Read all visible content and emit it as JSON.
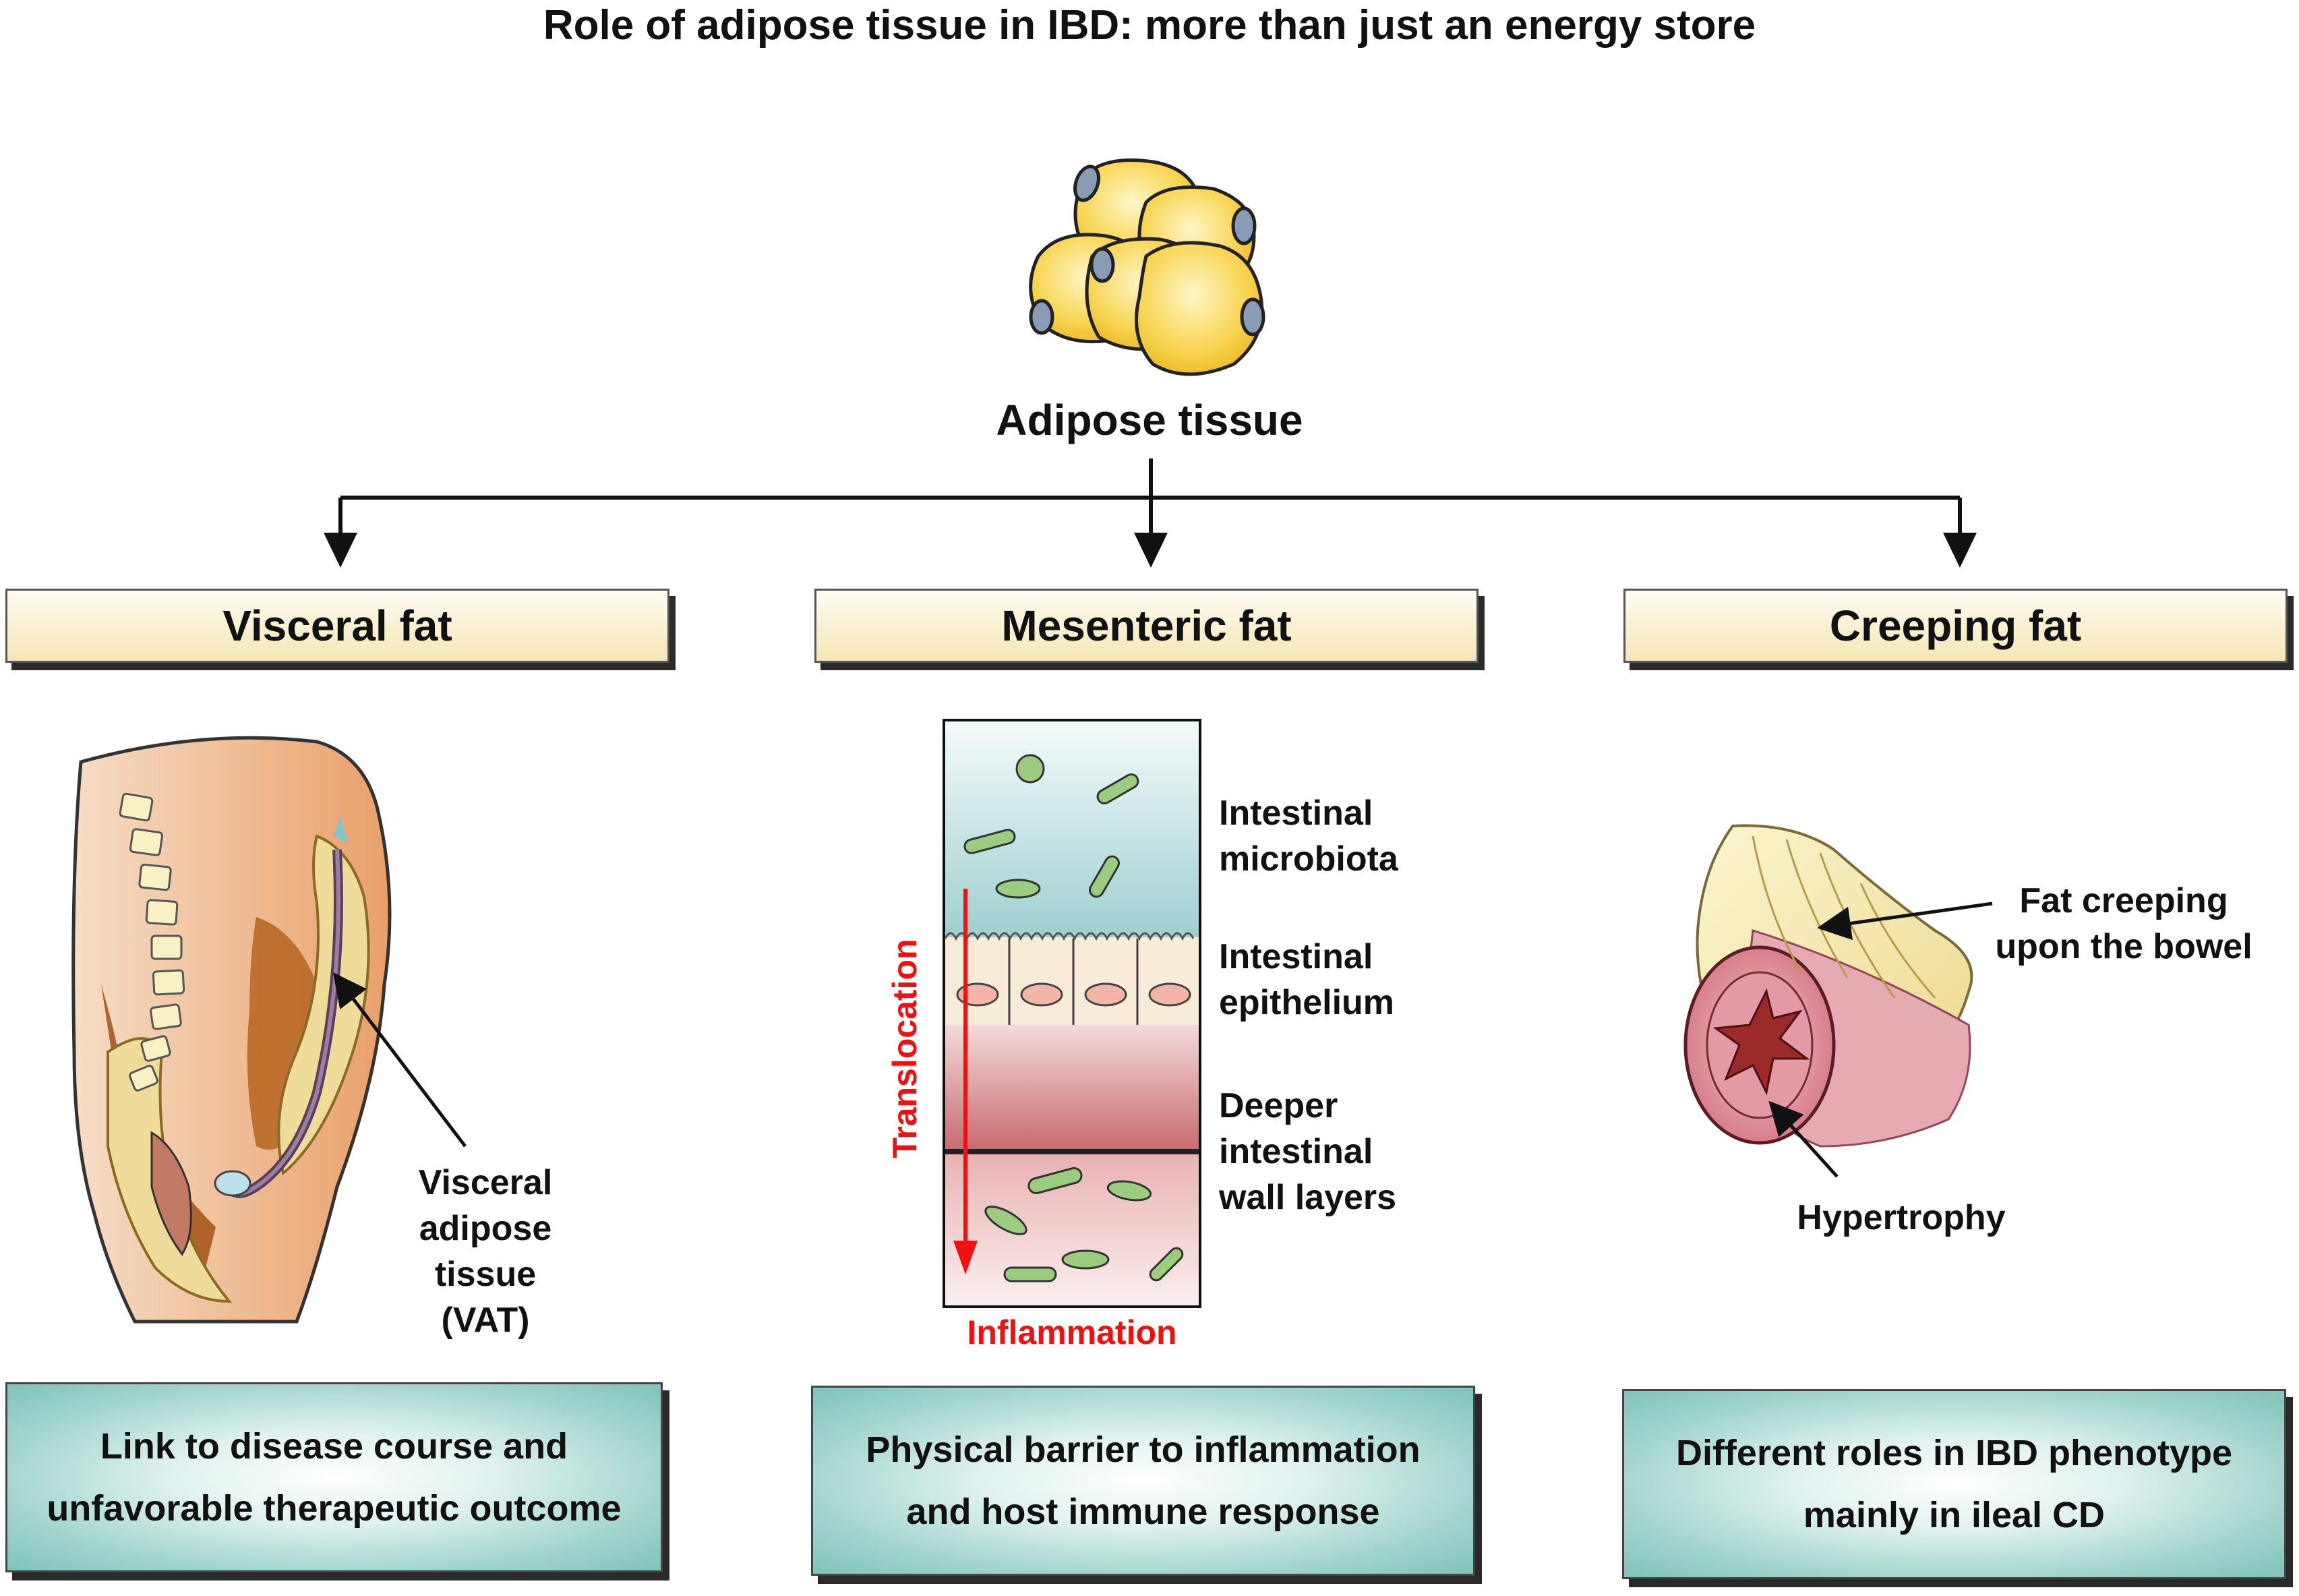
{
  "title": "Role of adipose tissue in IBD: more than just an energy store",
  "center": {
    "label": "Adipose tissue"
  },
  "columns": [
    {
      "header": "Visceral fat",
      "labels": [
        "Visceral",
        "adipose tissue",
        "(VAT)"
      ],
      "summary": [
        "Link to disease course and",
        "unfavorable therapeutic outcome"
      ]
    },
    {
      "header": "Mesenteric fat",
      "layers": [
        {
          "lines": [
            "Intestinal",
            "microbiota"
          ]
        },
        {
          "lines": [
            "Intestinal",
            "epithelium"
          ]
        },
        {
          "lines": [
            "Deeper",
            "intestinal",
            "wall layers"
          ]
        }
      ],
      "translocation": "Translocation",
      "inflammation": "Inflammation",
      "summary": [
        "Physical barrier to inflammation",
        "and host immune response"
      ]
    },
    {
      "header": "Creeping fat",
      "labels": [
        "Fat creeping",
        "upon the bowel"
      ],
      "hypertrophy": "Hypertrophy",
      "summary": [
        "Different roles in IBD phenotype",
        "mainly in ileal CD"
      ]
    }
  ],
  "colors": {
    "adipocyte": "#f7cf45",
    "nucleus": "#8a9bb5",
    "header_box": "#f6e6b4",
    "summary_box": "#9fd3cc",
    "accent_red": "#ee1111"
  }
}
